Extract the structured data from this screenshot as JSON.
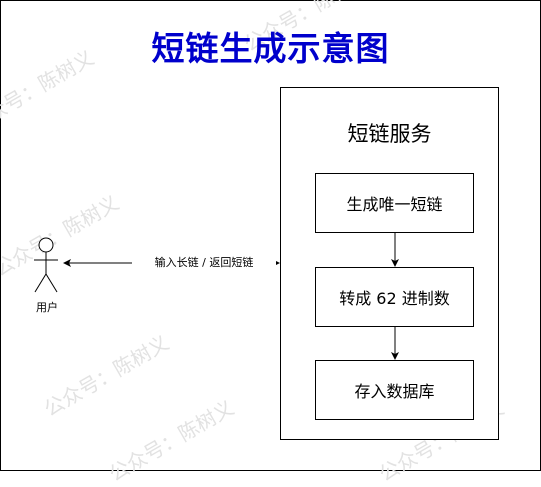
{
  "diagram": {
    "title": "短链生成示意图",
    "service": {
      "label": "短链服务",
      "steps": [
        {
          "label": "生成唯一短链"
        },
        {
          "label": "转成 62 进制数"
        },
        {
          "label": "存入数据库"
        }
      ]
    },
    "actor": {
      "label": "用户"
    },
    "edge_label": "输入长链 / 返回短链",
    "watermark": "公众号：陈树义"
  },
  "colors": {
    "title": "#0000cc",
    "line": "#000000",
    "watermark": "#e2e2e2"
  }
}
